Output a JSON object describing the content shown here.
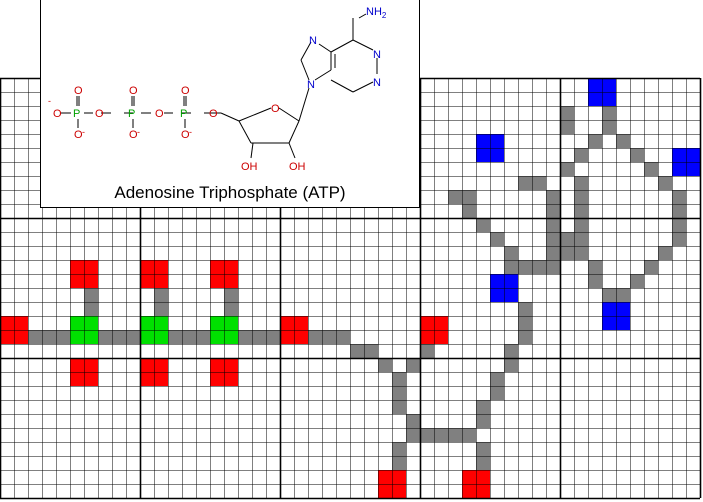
{
  "caption": "Adenosine Triphosphate (ATP)",
  "atoms": {
    "phosphorus": "P",
    "oxygen": "O",
    "oxygen_minus": "O",
    "minus_sign": "-",
    "nitrogen": "N",
    "amino": "NH",
    "amino_sub": "2",
    "hydroxyl": "OH"
  },
  "colors": {
    "grid_line": "#000000",
    "path": "#808080",
    "oxygen": "#ff0000",
    "phosphorus": "#00e000",
    "nitrogen": "#0000ff",
    "background": "#ffffff",
    "inset_phosphorus": "#00a000",
    "inset_oxygen": "#cc0000",
    "inset_nitrogen": "#0000cc"
  },
  "grid": {
    "cols": 50,
    "rows": 30,
    "major_every_cols": 10,
    "major_every_rows": 10
  },
  "path_cells": [
    [
      2,
      18
    ],
    [
      3,
      18
    ],
    [
      4,
      18
    ],
    [
      6,
      18
    ],
    [
      7,
      18
    ],
    [
      8,
      18
    ],
    [
      9,
      18
    ],
    [
      11,
      18
    ],
    [
      12,
      18
    ],
    [
      13,
      18
    ],
    [
      14,
      18
    ],
    [
      16,
      18
    ],
    [
      17,
      18
    ],
    [
      18,
      18
    ],
    [
      19,
      18
    ],
    [
      22,
      18
    ],
    [
      23,
      18
    ],
    [
      24,
      18
    ],
    [
      25,
      19
    ],
    [
      26,
      19
    ],
    [
      27,
      20
    ],
    [
      28,
      21
    ],
    [
      28,
      22
    ],
    [
      28,
      23
    ],
    [
      29,
      24
    ],
    [
      29,
      25
    ],
    [
      30,
      25
    ],
    [
      31,
      25
    ],
    [
      32,
      25
    ],
    [
      33,
      25
    ],
    [
      34,
      24
    ],
    [
      34,
      23
    ],
    [
      35,
      22
    ],
    [
      35,
      21
    ],
    [
      36,
      20
    ],
    [
      36,
      19
    ],
    [
      37,
      18
    ],
    [
      37,
      17
    ],
    [
      37,
      16
    ],
    [
      30,
      19
    ],
    [
      29,
      20
    ],
    [
      34,
      26
    ],
    [
      34,
      27
    ],
    [
      28,
      26
    ],
    [
      28,
      27
    ],
    [
      6,
      15
    ],
    [
      6,
      16
    ],
    [
      6,
      20
    ],
    [
      6,
      21
    ],
    [
      11,
      15
    ],
    [
      11,
      16
    ],
    [
      11,
      20
    ],
    [
      11,
      21
    ],
    [
      16,
      15
    ],
    [
      16,
      16
    ],
    [
      16,
      20
    ],
    [
      16,
      21
    ],
    [
      36,
      13
    ],
    [
      36,
      12
    ],
    [
      35,
      11
    ],
    [
      34,
      10
    ],
    [
      33,
      9
    ],
    [
      32,
      8
    ],
    [
      33,
      8
    ],
    [
      37,
      7
    ],
    [
      38,
      7
    ],
    [
      39,
      8
    ],
    [
      39,
      9
    ],
    [
      39,
      10
    ],
    [
      39,
      11
    ],
    [
      39,
      12
    ],
    [
      38,
      13
    ],
    [
      37,
      13
    ],
    [
      40,
      6
    ],
    [
      41,
      5
    ],
    [
      42,
      4
    ],
    [
      43,
      3
    ],
    [
      43,
      2
    ],
    [
      44,
      4
    ],
    [
      45,
      5
    ],
    [
      46,
      6
    ],
    [
      47,
      7
    ],
    [
      48,
      8
    ],
    [
      48,
      9
    ],
    [
      48,
      10
    ],
    [
      48,
      11
    ],
    [
      47,
      12
    ],
    [
      46,
      13
    ],
    [
      45,
      14
    ],
    [
      44,
      15
    ],
    [
      42,
      13
    ],
    [
      41,
      12
    ],
    [
      41,
      11
    ],
    [
      41,
      10
    ],
    [
      41,
      9
    ],
    [
      41,
      8
    ],
    [
      41,
      7
    ],
    [
      42,
      14
    ],
    [
      43,
      15
    ],
    [
      40,
      11
    ],
    [
      40,
      12
    ],
    [
      39,
      13
    ],
    [
      40,
      2
    ],
    [
      40,
      3
    ]
  ],
  "oxygen_cells": [
    [
      0,
      17
    ],
    [
      5,
      13
    ],
    [
      10,
      13
    ],
    [
      15,
      13
    ],
    [
      20,
      17
    ],
    [
      30,
      17
    ],
    [
      5,
      20
    ],
    [
      10,
      20
    ],
    [
      15,
      20
    ],
    [
      27,
      28
    ],
    [
      33,
      28
    ]
  ],
  "phosphorus_cells": [
    [
      5,
      17
    ],
    [
      10,
      17
    ],
    [
      15,
      17
    ]
  ],
  "nitrogen_cells": [
    [
      42,
      0
    ],
    [
      34,
      4
    ],
    [
      48,
      5
    ],
    [
      35,
      14
    ],
    [
      43,
      16
    ]
  ]
}
